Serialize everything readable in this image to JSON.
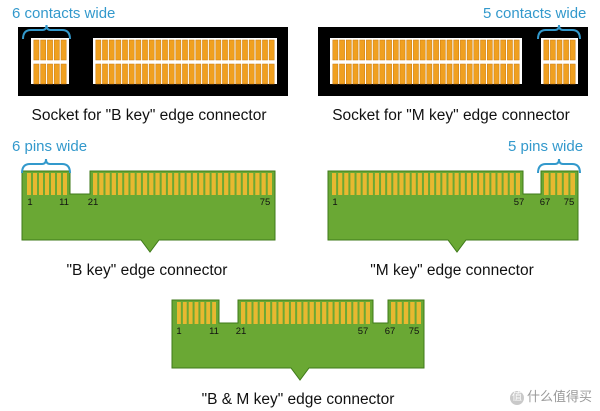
{
  "title": "",
  "colors": {
    "socket_body": "#000000",
    "contact": "#f0a020",
    "contact_edge": "#c97a10",
    "socket_gap": "#ffffff",
    "pcb_green": "#6aa834",
    "pcb_edge": "#3f7a1a",
    "pad_gold": "#e8b830",
    "annotation": "#3399cc"
  },
  "sockets": [
    {
      "caption": "Socket for \"B key\" edge connector",
      "annotation": "6 contacts wide"
    },
    {
      "caption": "Socket for \"M key\" edge connector",
      "annotation": "5 contacts wide"
    }
  ],
  "connectors": [
    {
      "caption": "\"B key\" edge connector",
      "annotation": "6 pins wide",
      "pin_labels": [
        "1",
        "11",
        "21",
        "75"
      ]
    },
    {
      "caption": "\"M key\" edge connector",
      "annotation": "5 pins wide",
      "pin_labels": [
        "1",
        "57",
        "67",
        "75"
      ]
    },
    {
      "caption": "\"B & M key\" edge connector",
      "annotation": "",
      "pin_labels": [
        "1",
        "11",
        "21",
        "57",
        "67",
        "75"
      ]
    }
  ],
  "watermark": {
    "icon": "value-badge-icon",
    "badge": "值",
    "text": "什么值得买"
  }
}
